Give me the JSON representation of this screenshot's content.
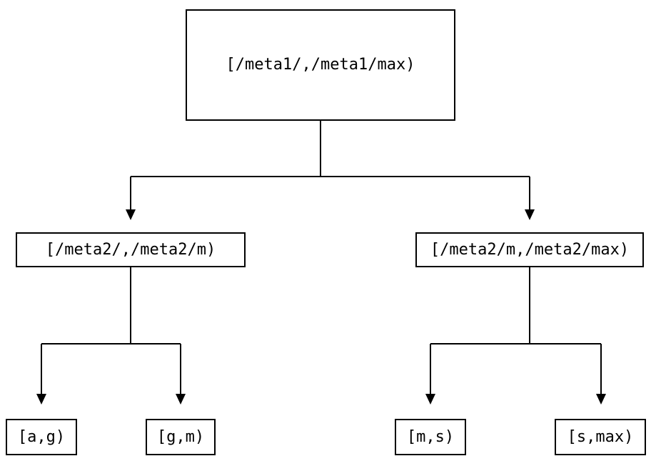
{
  "colors": {
    "line": "#000000",
    "text": "#000000",
    "background": "#ffffff",
    "border": "#000000"
  },
  "nodes": {
    "root": {
      "label": "[/meta1/,/meta1/max)"
    },
    "children": [
      {
        "label": "[/meta2/,/meta2/m)"
      },
      {
        "label": "[/meta2/m,/meta2/max)"
      }
    ],
    "leaves": [
      {
        "label": "[a,g)"
      },
      {
        "label": "[g,m)"
      },
      {
        "label": "[m,s)"
      },
      {
        "label": "[s,max)"
      }
    ]
  }
}
